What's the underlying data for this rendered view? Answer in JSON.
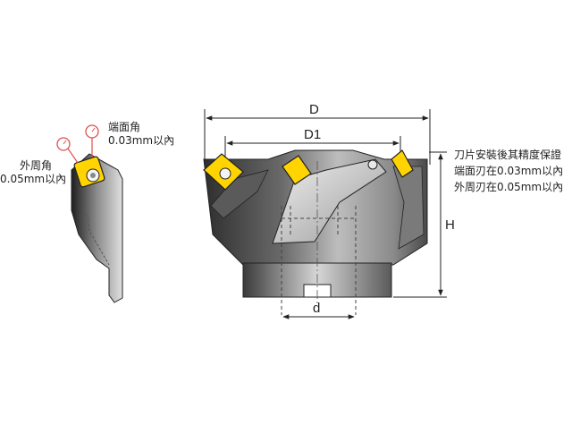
{
  "left_view": {
    "end_angle_label": "端面角",
    "end_angle_tolerance": "0.03mm以內",
    "periphery_angle_label": "外周角",
    "periphery_angle_tolerance": "0.05mm以內"
  },
  "dimensions": {
    "outer_diameter": "D",
    "insert_diameter": "D1",
    "height": "H",
    "bore": "d"
  },
  "note": {
    "line1": "刀片安裝後其精度保證",
    "line2": "端面刃在0.03mm以內",
    "line3": "外周刃在0.05mm以內"
  },
  "colors": {
    "insert_yellow": "#ffd400",
    "body_dark": "#3a3a3a",
    "body_light": "#d8d8d8",
    "line": "#222222"
  }
}
